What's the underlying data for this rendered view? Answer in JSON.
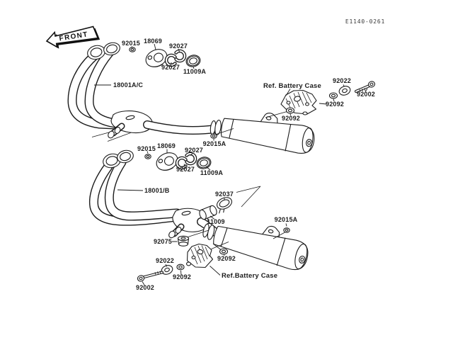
{
  "page": {
    "background": "#ffffff",
    "ink_color": "#1c1c1c",
    "doc_code": "E1140-0261",
    "front_marker": "FRONT"
  },
  "upper_assembly": {
    "pipe_label": "18001A/C",
    "ref_battery_case_label": "Ref. Battery Case",
    "parts": {
      "nut_92015": "92015",
      "holder_18069": "18069",
      "clamp_92027_top": "92027",
      "clamp_92027_bottom": "92027",
      "gasket_11009a": "11009A",
      "washer_92022": "92022",
      "bolt_92002": "92002",
      "nut_92092_bracket": "92092",
      "nut_92092_mount": "92092",
      "nut_92015a": "92015A"
    }
  },
  "lower_assembly": {
    "pipe_label": "18001/B",
    "ref_battery_case_label": "Ref.Battery Case",
    "parts": {
      "nut_92015": "92015",
      "holder_18069": "18069",
      "clamp_92027_top": "92027",
      "clamp_92027_bottom": "92027",
      "gasket_11009a": "11009A",
      "clamp_92037": "92037",
      "gasket_11009": "11009",
      "nut_92015a": "92015A",
      "damper_92075": "92075",
      "washer_92022": "92022",
      "nut_92092_muffler": "92092",
      "nut_92092_bolt": "92092",
      "bolt_92002": "92002"
    }
  }
}
